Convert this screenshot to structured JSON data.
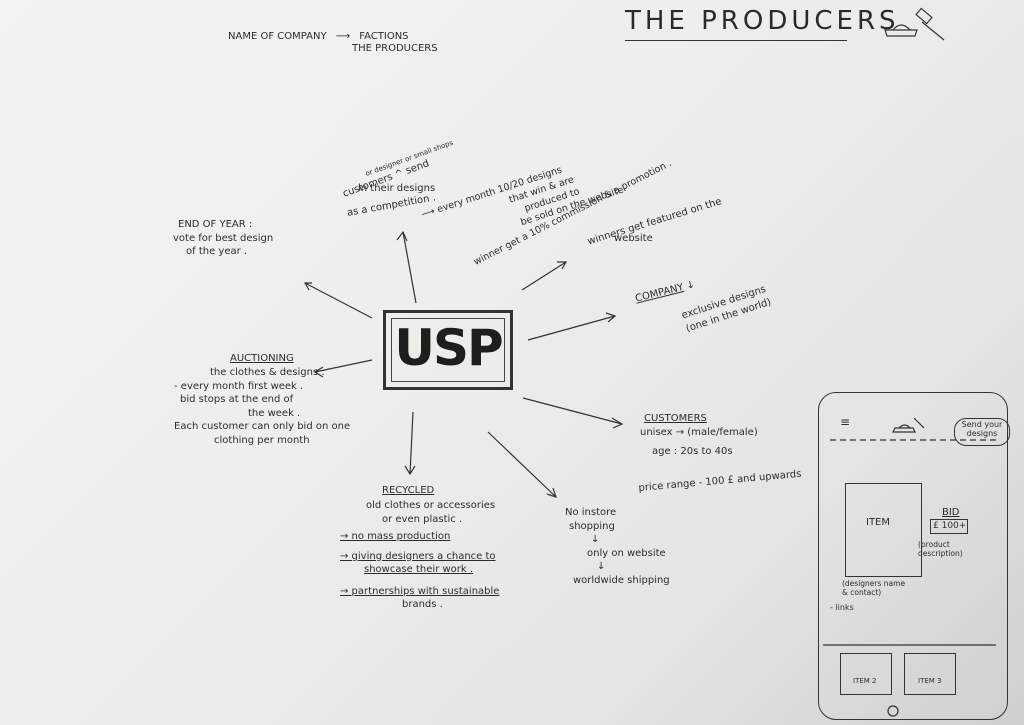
{
  "title": "THE PRODUCERS",
  "top_note": {
    "line1": "NAME OF COMPANY",
    "arrow": "⟶",
    "line2": "FACTIONS",
    "line3": "THE PRODUCERS"
  },
  "center": "USP",
  "end_of_year": {
    "heading": "END OF YEAR :",
    "lines": [
      "vote for best design",
      "of the year ."
    ]
  },
  "competition": {
    "caret_note": "or designer or small shops",
    "lines": [
      "customers ^ send",
      "in their designs",
      "as a competition ."
    ],
    "monthly": [
      "⟶ every month  10/20 designs",
      "that win & are",
      "produced to",
      "be sold on the website"
    ],
    "winner": "winner get a 10% commission & a promotion ."
  },
  "featured": {
    "lines": [
      "winners get featured on the",
      "website"
    ]
  },
  "company": {
    "heading": "COMPANY",
    "arrow": "↓",
    "lines": [
      "exclusive designs",
      "(one in the world)"
    ]
  },
  "auctioning": {
    "heading": "AUCTIONING",
    "lines": [
      "the clothes & designs .",
      "",
      "- every month first week .",
      "bid stops at the end of",
      "the week .",
      "",
      "Each customer can only bid on one",
      "clothing per month"
    ]
  },
  "customers": {
    "heading": "CUSTOMERS",
    "lines": [
      "unisex → (male/female)",
      "age : 20s to 40s",
      "price range - 100 £ and upwards"
    ]
  },
  "recycled": {
    "heading": "RECYCLED",
    "lines": [
      "old clothes or accessories",
      "or even plastic ."
    ],
    "bullets": [
      "→ no mass production",
      "→ giving designers a chance to",
      "   showcase their work .",
      "→ partnerships with sustainable",
      "   brands ."
    ]
  },
  "instore": {
    "lines": [
      "No instore",
      "shopping",
      "↓",
      "only on website",
      "↓",
      "worldwide shipping"
    ]
  },
  "phone": {
    "menu": "≡",
    "button": "Send your designs",
    "item": "ITEM",
    "bid_label": "BID",
    "bid_value": "£ 100+",
    "product_desc": "(product description)",
    "designer": "(designers name & contact)",
    "links": "- links",
    "item2": "ITEM 2",
    "item3": "ITEM 3"
  }
}
